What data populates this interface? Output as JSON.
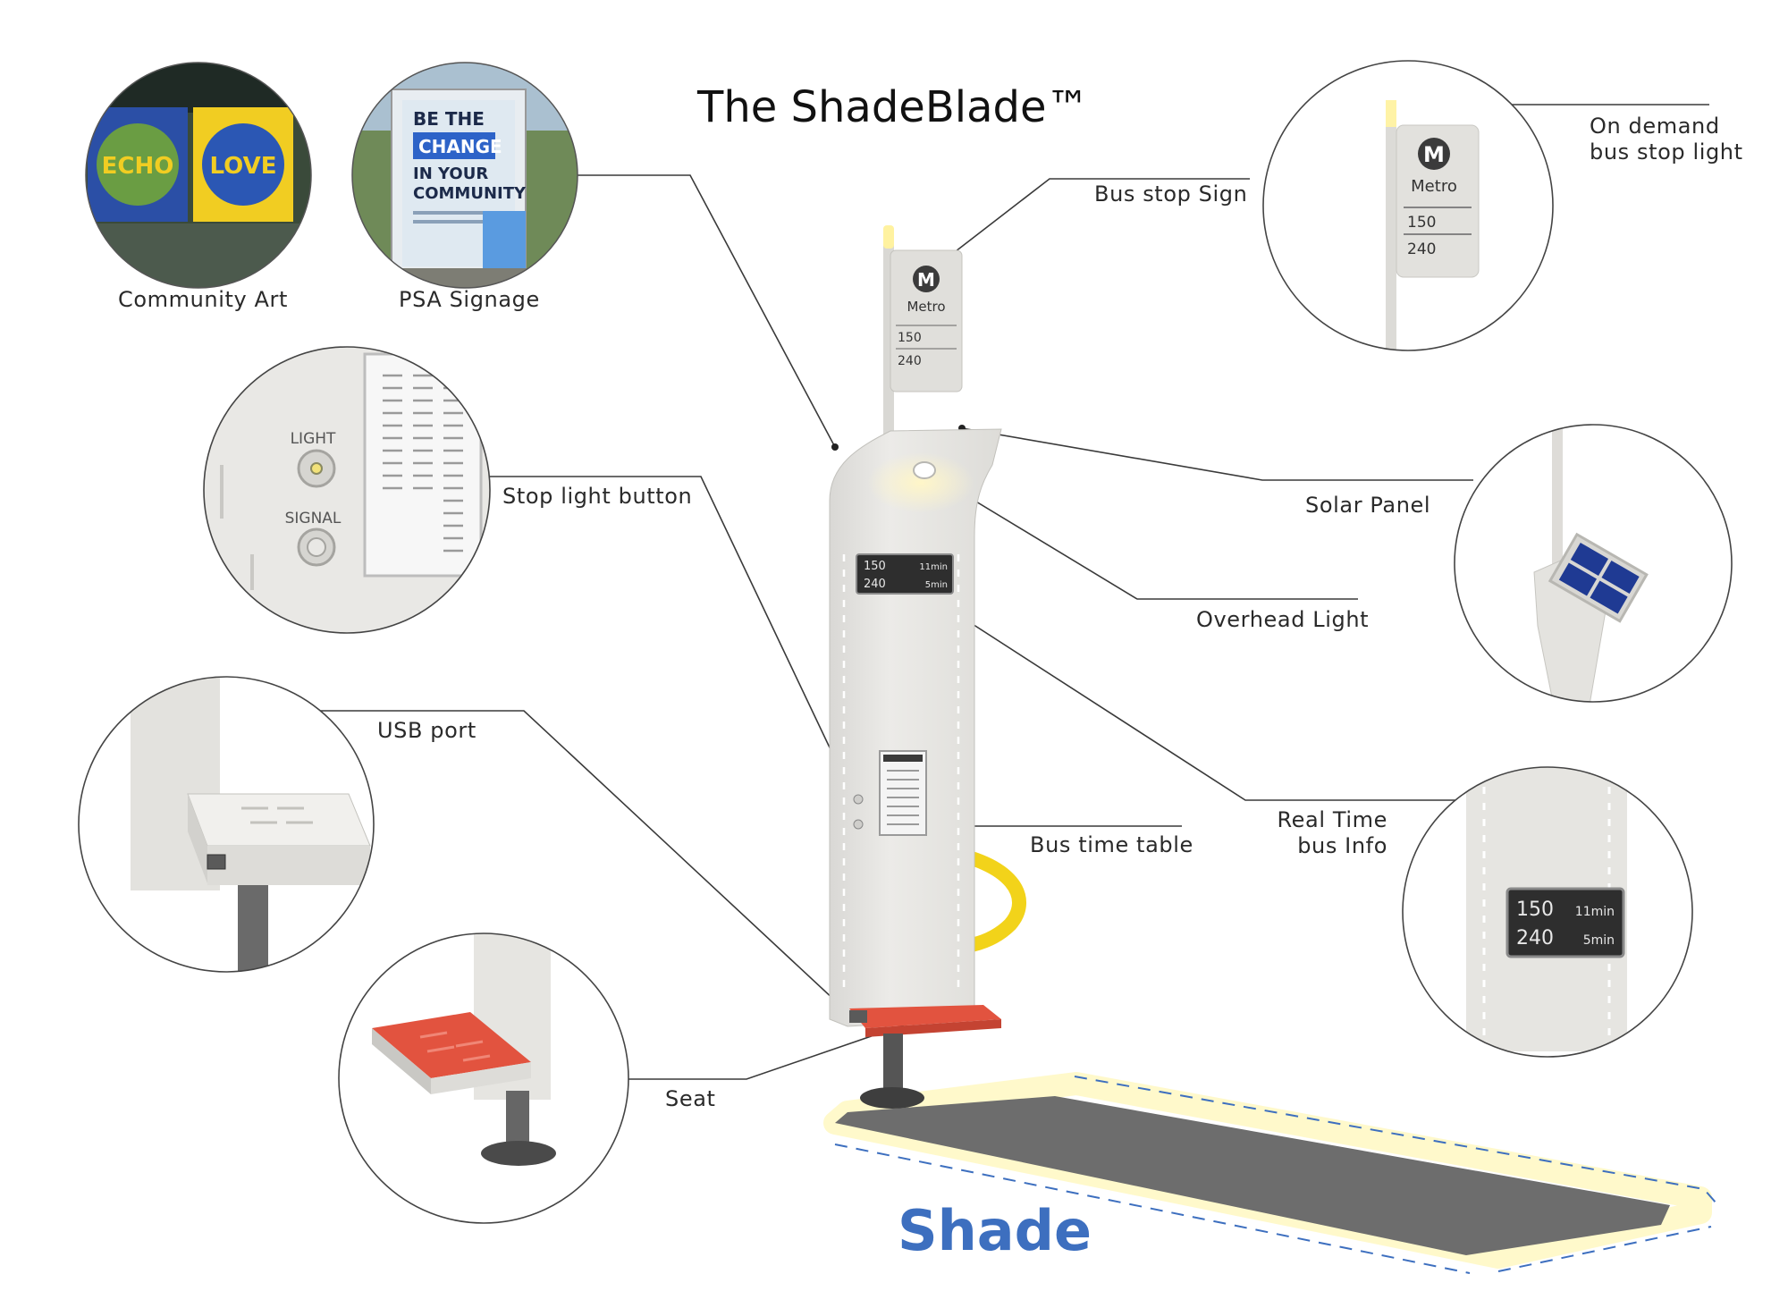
{
  "title": "The ShadeBlade™",
  "footer_label": "Shade",
  "callouts": {
    "community_art": "Community Art",
    "psa_signage": "PSA Signage",
    "bus_stop_sign": "Bus stop Sign",
    "on_demand_light_line1": "On demand",
    "on_demand_light_line2": "bus stop light",
    "stop_light_button": "Stop light button",
    "solar_panel": "Solar Panel",
    "overhead_light": "Overhead Light",
    "usb_port": "USB port",
    "bus_time_table": "Bus time table",
    "real_time_line1": "Real Time",
    "real_time_line2": "bus Info",
    "seat": "Seat"
  },
  "artwork": {
    "art_echo": "ECHO",
    "art_love": "LOVE",
    "psa_line1": "BE THE",
    "psa_line2": "CHANGE",
    "psa_line3": "IN YOUR",
    "psa_line4": "COMMUNITY",
    "metro_letter": "M",
    "metro_name": "Metro",
    "route_a": "150",
    "route_b": "240",
    "eta_a": "11min",
    "eta_b": "5min",
    "button_light": "LIGHT",
    "button_signal": "SIGNAL"
  },
  "colors": {
    "panel": "#e6e5e2",
    "seat_red": "#e2533f",
    "arrow_yellow": "#f2d31a",
    "shade_blue": "#3d6fbf",
    "solar_blue": "#1f3a93",
    "shadow_grey": "#6d6d6d"
  }
}
